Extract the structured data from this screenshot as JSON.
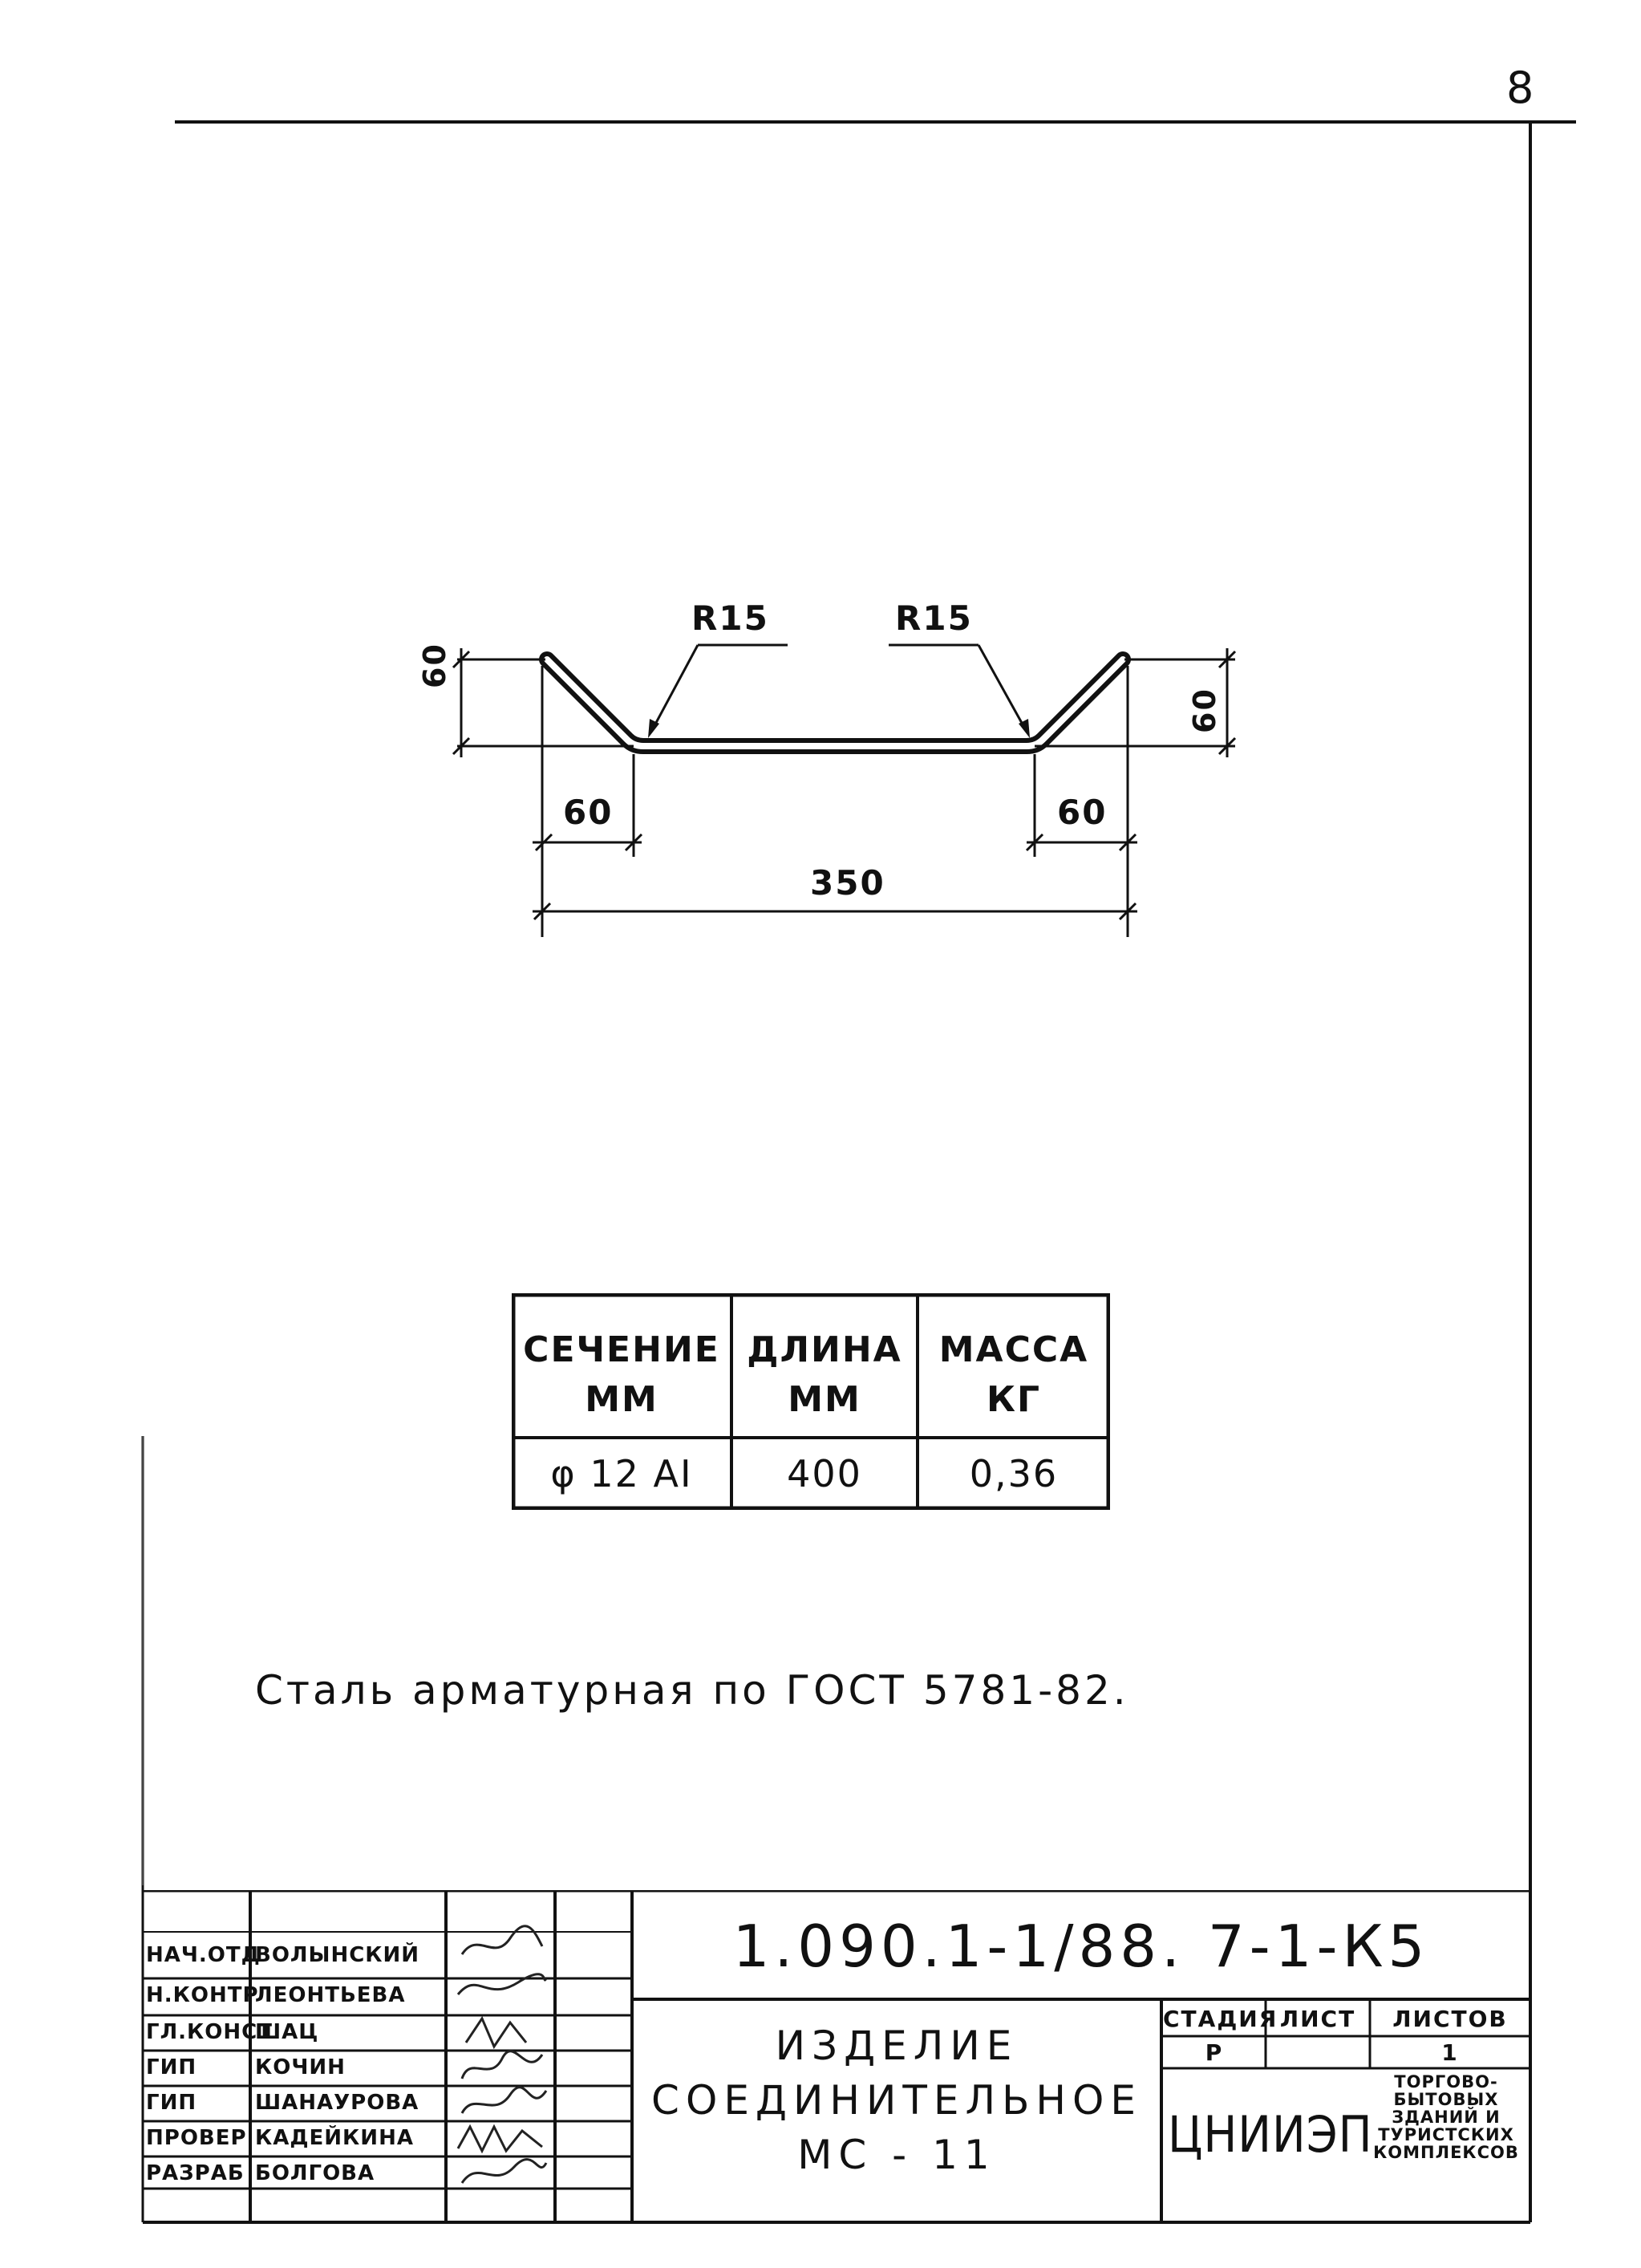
{
  "page_number": "8",
  "drawing": {
    "bend_radius_left": "R15",
    "bend_radius_right": "R15",
    "height_left": "60",
    "height_right": "60",
    "offset_left": "60",
    "offset_right": "60",
    "total_length": "350"
  },
  "spec_table": {
    "headers": [
      {
        "line1": "СЕЧЕНИЕ",
        "line2": "ММ"
      },
      {
        "line1": "ДЛИНА",
        "line2": "ММ"
      },
      {
        "line1": "МАССА",
        "line2": "КГ"
      }
    ],
    "row": [
      "φ 12 AI",
      "400",
      "0,36"
    ]
  },
  "note": "Сталь арматурная по ГОСТ 5781-82.",
  "title_block": {
    "document_code": "1.090.1-1/88. 7-1-К5",
    "product_title": [
      "ИЗДЕЛИЕ",
      "СОЕДИНИТЕЛЬНОЕ",
      "МС - 11"
    ],
    "stage_header": "СТАДИЯ",
    "sheet_header": "ЛИСТ",
    "sheets_header": "ЛИСТОВ",
    "stage_value": "Р",
    "sheet_value": "",
    "sheets_value": "1",
    "organization": "ЦНИИЭП",
    "organization_subtitle": [
      "ТОРГОВО-",
      "БЫТОВЫХ",
      "ЗДАНИЙ И",
      "ТУРИСТСКИХ",
      "КОМПЛЕКСОВ"
    ],
    "signatures": [
      {
        "role": "НАЧ.ОТД",
        "name": "ВОЛЫНСКИЙ"
      },
      {
        "role": "Н.КОНТР",
        "name": "ЛЕОНТЬЕВА"
      },
      {
        "role": "ГЛ.КОНСТ",
        "name": "ШАЦ"
      },
      {
        "role": "ГИП",
        "name": "КОЧИН"
      },
      {
        "role": "ГИП",
        "name": "ШАНАУРОВА"
      },
      {
        "role": "ПРОВЕР",
        "name": "КАДЕЙКИНА"
      },
      {
        "role": "РАЗРАБ",
        "name": "БОЛГОВА"
      }
    ]
  }
}
